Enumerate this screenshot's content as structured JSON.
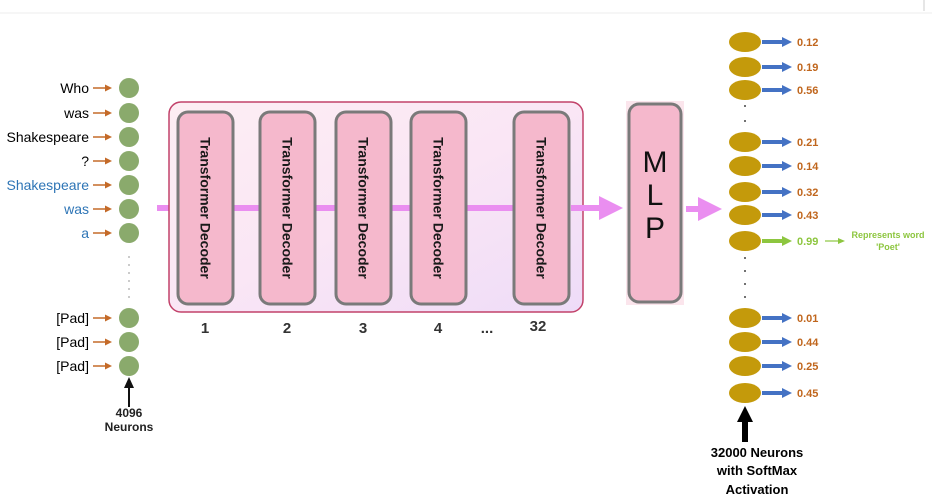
{
  "colors": {
    "input_neuron": "#8aaa6c",
    "output_neuron": "#c49a0b",
    "token_arrow": "#c46a28",
    "prob_arrow": "#4472c4",
    "prob_text": "#c0661d",
    "highlight": "#8dc63f",
    "flow": "#ea8ef0",
    "decoder_fill": "#f5b8cc",
    "decoder_border": "#7a7a7a",
    "container_border": "#c2426a",
    "token_black": "#000000",
    "token_blue": "#2e75b6"
  },
  "input": {
    "tokens": [
      {
        "text": "Who",
        "color": "black"
      },
      {
        "text": "was",
        "color": "black"
      },
      {
        "text": "Shakespeare",
        "color": "black"
      },
      {
        "text": "?",
        "color": "black"
      },
      {
        "text": "Shakespeare",
        "color": "blue"
      },
      {
        "text": "was",
        "color": "blue"
      },
      {
        "text": "a",
        "color": "blue"
      },
      {
        "text": "[Pad]",
        "color": "black"
      },
      {
        "text": "[Pad]",
        "color": "black"
      },
      {
        "text": "[Pad]",
        "color": "black"
      }
    ],
    "neurons_label_line1": "4096",
    "neurons_label_line2": "Neurons"
  },
  "decoders": {
    "label": "Transformer Decoder",
    "numbers": [
      "1",
      "2",
      "3",
      "4",
      "...",
      "32"
    ]
  },
  "mlp": {
    "label": "MLP",
    "letters": [
      "M",
      "L",
      "P"
    ]
  },
  "output": {
    "probabilities": [
      "0.12",
      "0.19",
      "0.56",
      "0.21",
      "0.14",
      "0.32",
      "0.43",
      "0.99",
      "0.01",
      "0.44",
      "0.25",
      "0.45"
    ],
    "highlight_index": 7,
    "annotation_line1": "Represents word",
    "annotation_line2": "'Poet'",
    "caption_line1": "32000 Neurons",
    "caption_line2": "with SoftMax",
    "caption_line3": "Activation"
  }
}
